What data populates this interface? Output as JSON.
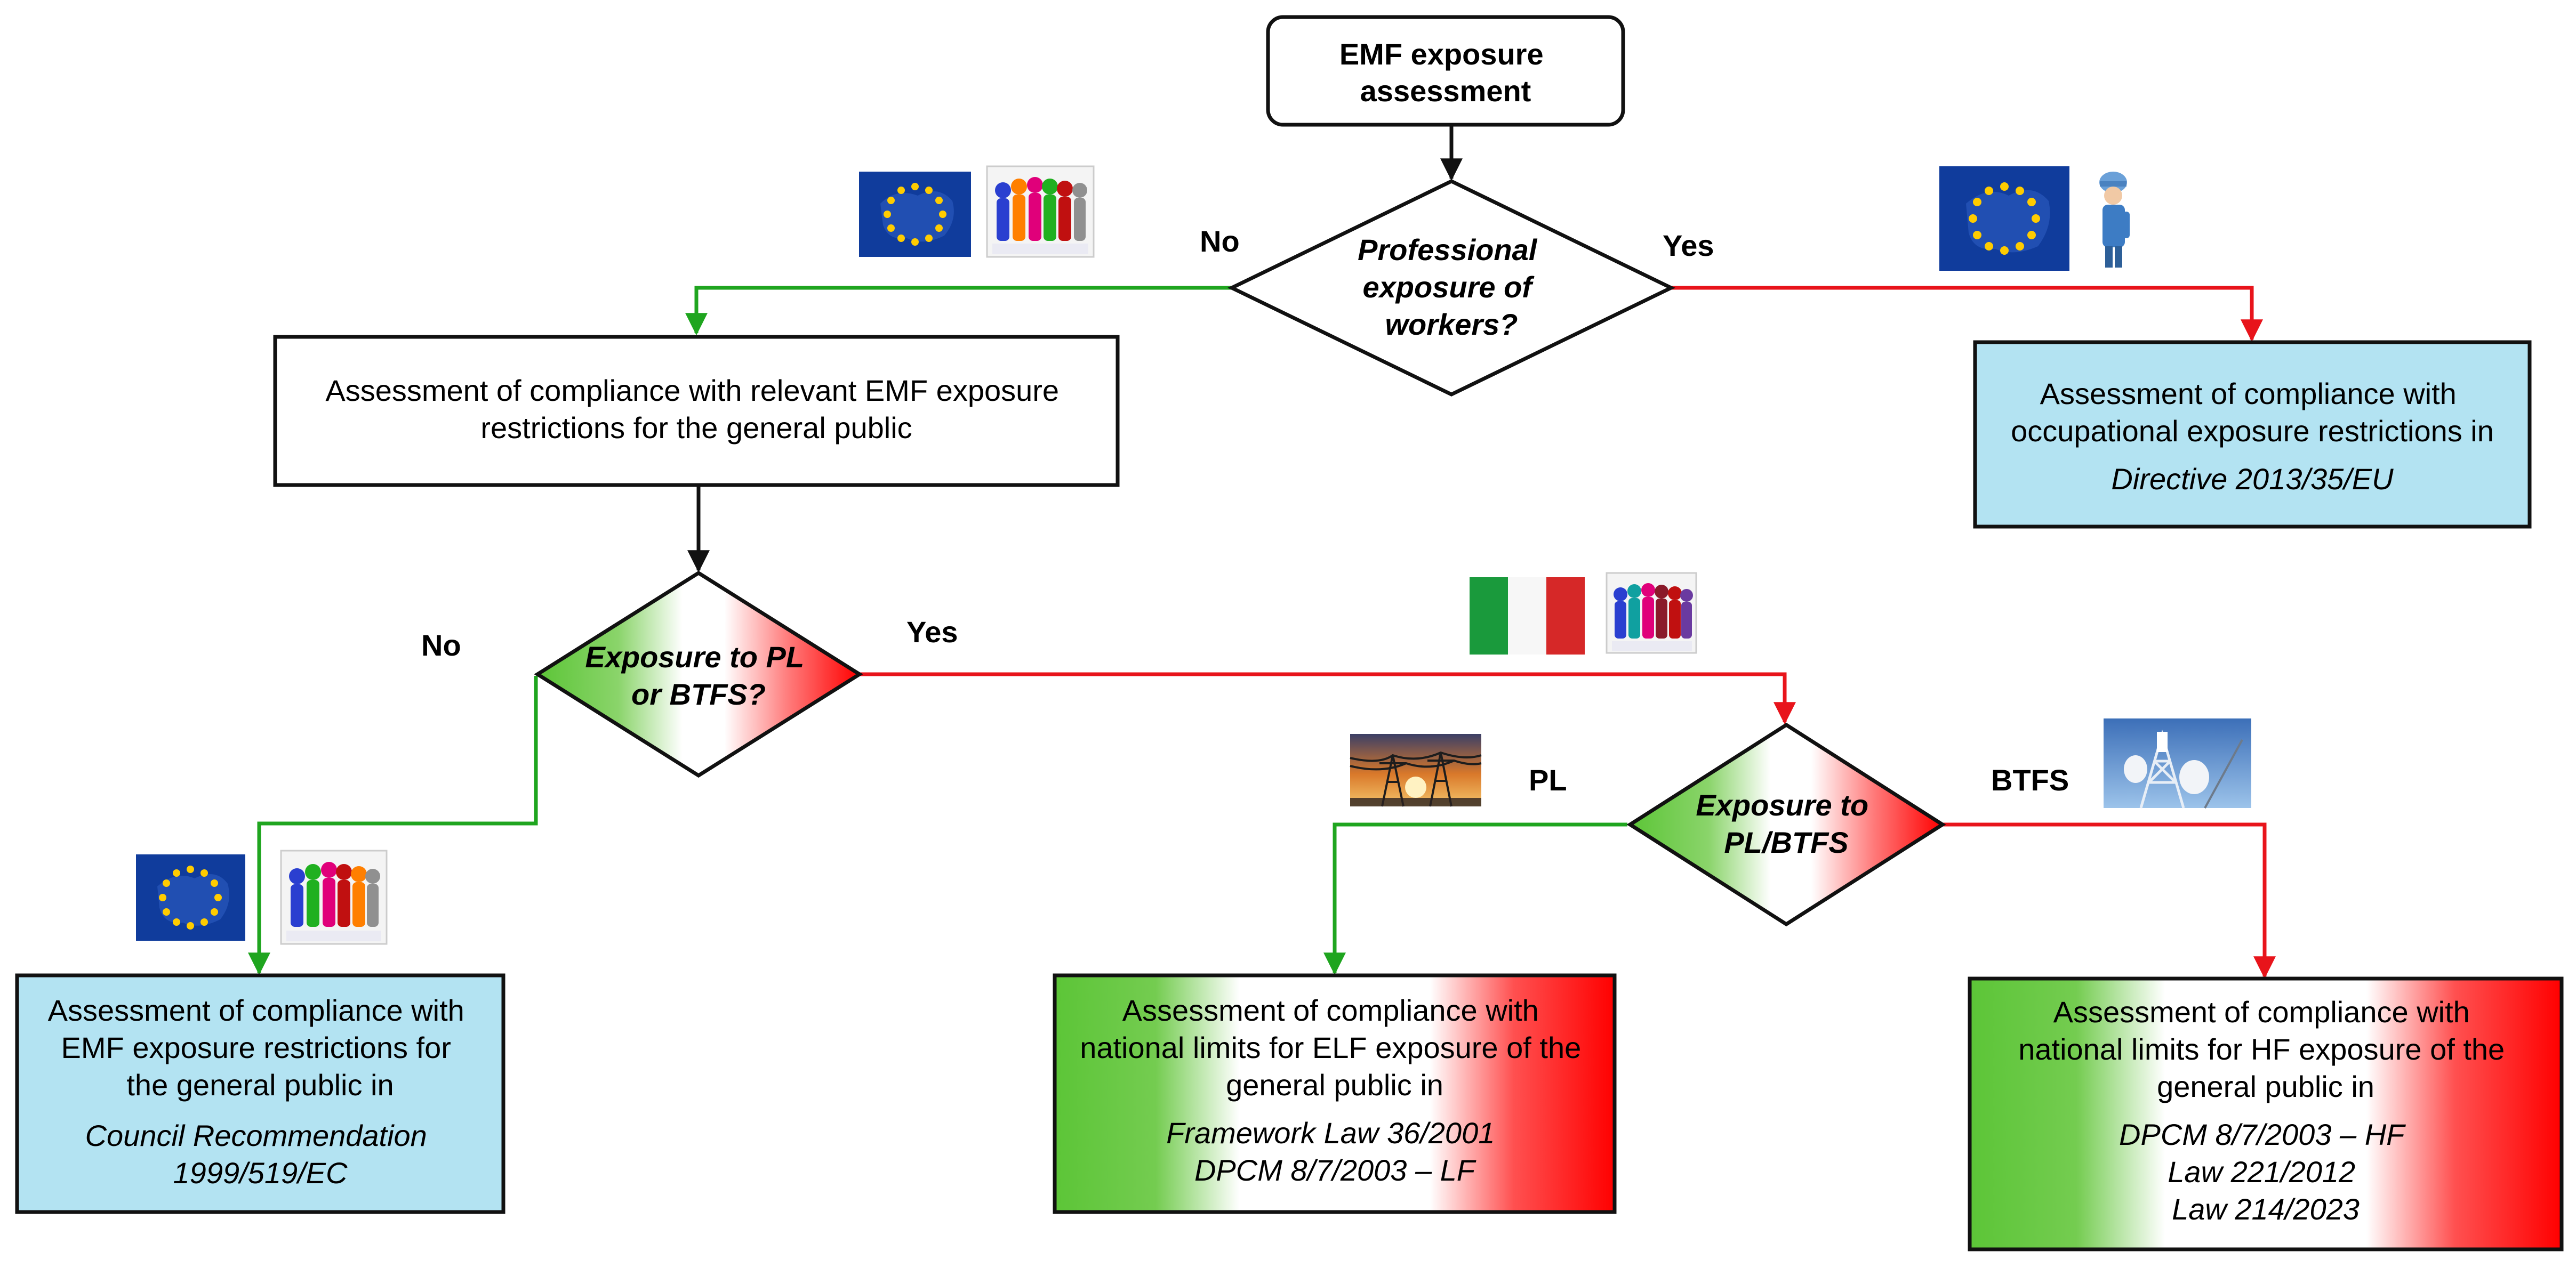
{
  "nodes": {
    "start": {
      "lines": [
        "EMF exposure",
        "assessment"
      ]
    },
    "q_professional": {
      "lines": [
        "Professional",
        "exposure of",
        "workers?"
      ]
    },
    "general_public_box": {
      "lines": [
        "Assessment of compliance with relevant EMF exposure",
        "restrictions for the general public"
      ]
    },
    "occupational_box": {
      "lines": [
        "Assessment of compliance with",
        "occupational exposure restrictions in"
      ],
      "ref_lines": [
        "Directive 2013/35/EU"
      ]
    },
    "q_pl_btfs": {
      "lines": [
        "Exposure to PL",
        "or BTFS?"
      ]
    },
    "council_box": {
      "lines": [
        "Assessment of compliance with",
        "EMF exposure restrictions for",
        "the general public in"
      ],
      "ref_lines": [
        "Council Recommendation",
        "1999/519/EC"
      ]
    },
    "q_pl_or_btfs": {
      "lines": [
        "Exposure to",
        "PL/BTFS"
      ]
    },
    "elf_box": {
      "lines": [
        "Assessment of compliance with",
        "national limits for ELF exposure of the",
        "general public in"
      ],
      "ref_lines": [
        "Framework Law 36/2001",
        "DPCM 8/7/2003 – LF"
      ]
    },
    "hf_box": {
      "lines": [
        "Assessment of compliance with",
        "national limits for HF exposure of the",
        "general public in"
      ],
      "ref_lines": [
        "DPCM 8/7/2003 – HF",
        "Law 221/2012",
        "Law 214/2023"
      ]
    }
  },
  "edge_labels": {
    "professional_no": "No",
    "professional_yes": "Yes",
    "pl_btfs_no": "No",
    "pl_btfs_yes": "Yes",
    "branch_pl": "PL",
    "branch_btfs": "BTFS"
  },
  "icons": [
    "eu-flag-icon",
    "crowd-icon",
    "worker-icon",
    "italy-flag-icon",
    "power-lines-icon",
    "antenna-tower-icon"
  ],
  "colors": {
    "line_black": "#111111",
    "line_green": "#1fa51f",
    "line_red": "#e8141b",
    "box_blue": "#b3e3f2",
    "grad_green": "#5cc537",
    "grad_red": "#ff0000",
    "eu_blue": "#103c9c",
    "eu_star": "#ffcc00",
    "italy_green": "#1a9a3c",
    "italy_red": "#d62828"
  }
}
